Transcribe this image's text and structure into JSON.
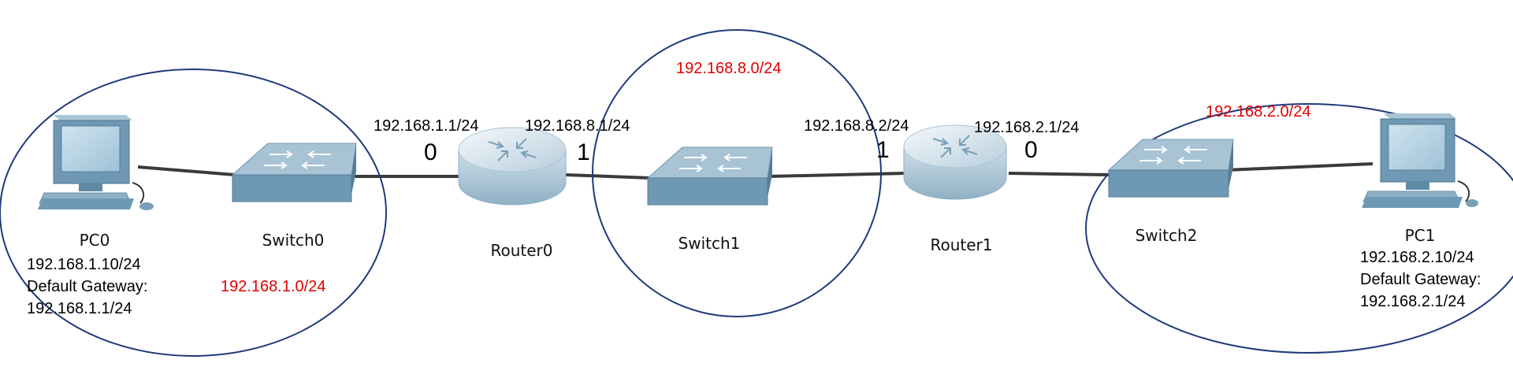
{
  "colors": {
    "link": "#3a3a3a",
    "subnet_circle": "#1f3a7a",
    "subnet_text": "#e00000",
    "device_body": "#6f98b4"
  },
  "devices": {
    "pc0": {
      "name": "PC0",
      "icon": "desktop-computer-icon",
      "ip": "192.168.1.10/24",
      "gateway_label": "Default Gateway:",
      "gateway": "192.168.1.1/24"
    },
    "switch0": {
      "name": "Switch0",
      "icon": "network-switch-icon"
    },
    "router0": {
      "name": "Router0",
      "icon": "router-icon"
    },
    "switch1": {
      "name": "Switch1",
      "icon": "network-switch-icon"
    },
    "router1": {
      "name": "Router1",
      "icon": "router-icon"
    },
    "switch2": {
      "name": "Switch2",
      "icon": "network-switch-icon"
    },
    "pc1": {
      "name": "PC1",
      "icon": "desktop-computer-icon",
      "ip": "192.168.2.10/24",
      "gateway_label": "Default Gateway:",
      "gateway": "192.168.2.1/24"
    }
  },
  "interfaces": {
    "router0_lan_ip": "192.168.1.1/24",
    "router0_lan_port": "0",
    "router0_wan_ip": "192.168.8.1/24",
    "router0_wan_port": "1",
    "router1_wan_ip": "192.168.8.2/24",
    "router1_wan_port": "1",
    "router1_lan_ip": "192.168.2.1/24",
    "router1_lan_port": "0"
  },
  "subnets": {
    "left": "192.168.1.0/24",
    "middle": "192.168.8.0/24",
    "right": "192.168.2.0/24"
  }
}
